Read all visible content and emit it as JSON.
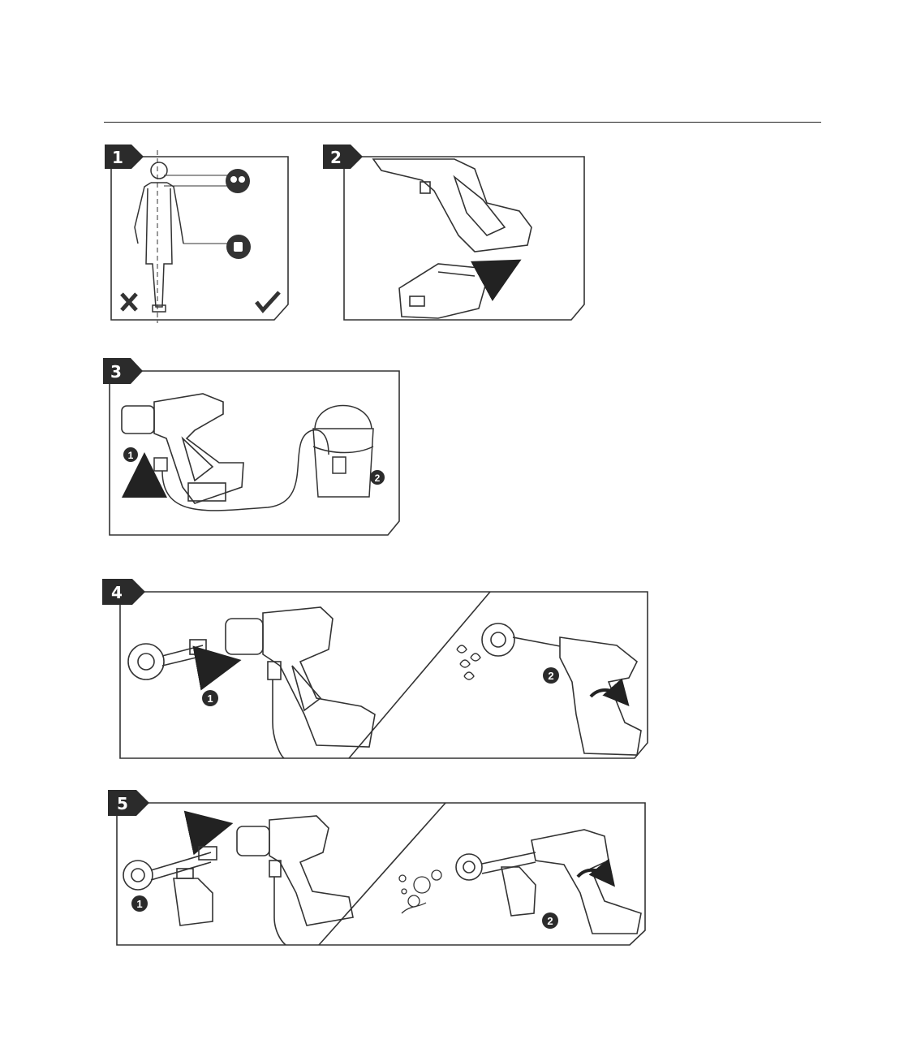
{
  "steps": [
    {
      "number": "1",
      "label": "1"
    },
    {
      "number": "2",
      "label": "2"
    },
    {
      "number": "3",
      "label": "3",
      "callouts": [
        "1",
        "2"
      ]
    },
    {
      "number": "4",
      "label": "4",
      "callouts": [
        "1",
        "2"
      ]
    },
    {
      "number": "5",
      "label": "5",
      "callouts": [
        "1",
        "2"
      ]
    }
  ],
  "icons": {
    "step1": [
      "eye-protection-icon",
      "glove-icon",
      "cross-mark-icon",
      "check-mark-icon"
    ],
    "step2": [
      "battery-icon",
      "arrow-right-icon"
    ],
    "step3": [
      "arrow-up-icon",
      "water-bucket-icon"
    ],
    "step4": [
      "nozzle-icon",
      "arrow-right-icon",
      "water-drops-icon",
      "rotate-arrow-icon"
    ],
    "step5": [
      "foam-bottle-icon",
      "arrow-right-icon",
      "bubbles-icon",
      "rotate-arrow-icon"
    ]
  },
  "colors": {
    "ink": "#222222",
    "tag": "#2b2b2b",
    "callout": "#2b2b2b"
  }
}
